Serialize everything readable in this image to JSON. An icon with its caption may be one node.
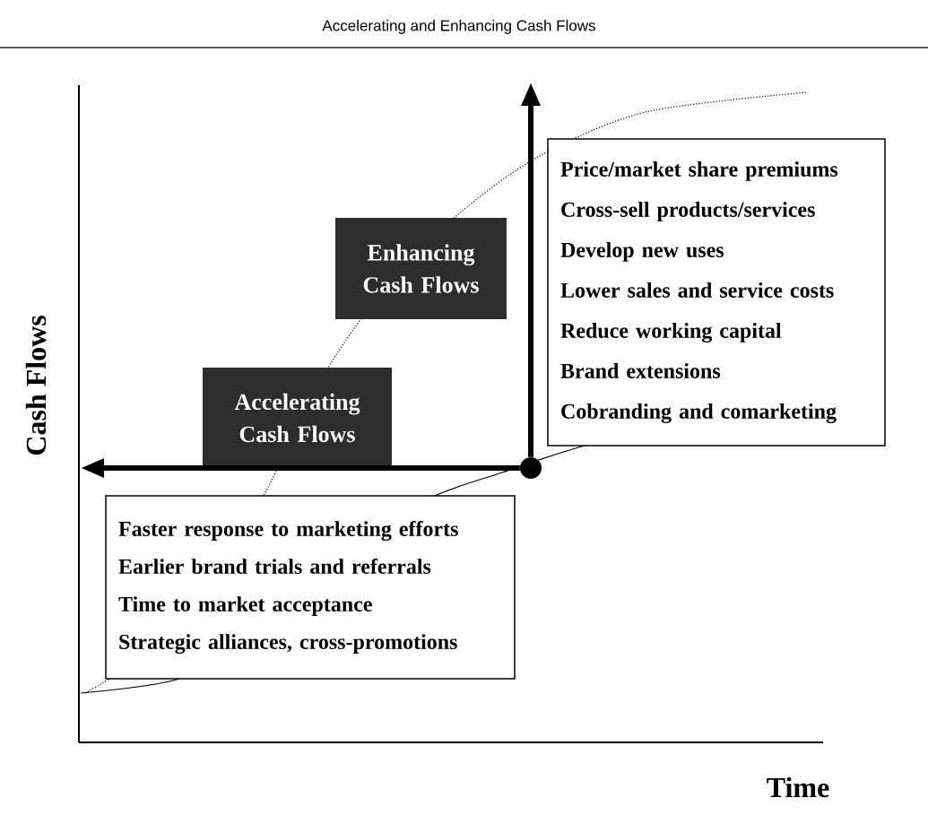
{
  "diagram": {
    "title": "Accelerating and Enhancing Cash Flows",
    "nodes": [
      {
        "text": [
          "Enhancing Cash Flows"
        ]
      },
      {
        "text": [
          "Price/market share premiums",
          "Cross-sell products/services",
          "Develop new uses",
          "Lower sales and service costs",
          "Reduce working capital",
          "Brand extensions",
          "Cobranding and comarketing"
        ]
      },
      {
        "text": [
          "Accelerating Cash Flows"
        ]
      },
      {
        "text": [],
        "shape": "circle"
      },
      {
        "text": [
          "Faster response to marketing efforts",
          "Earlier brand trials and referrals",
          "Time to market acceptance",
          "Strategic alliances, cross-promotions"
        ]
      }
    ],
    "edges": [
      {
        "from": 3,
        "to": null,
        "arrow": "to"
      },
      {
        "from": 3,
        "to": null,
        "arrow": "to"
      }
    ],
    "labels": [
      "Cash Flows",
      "Time"
    ]
  }
}
